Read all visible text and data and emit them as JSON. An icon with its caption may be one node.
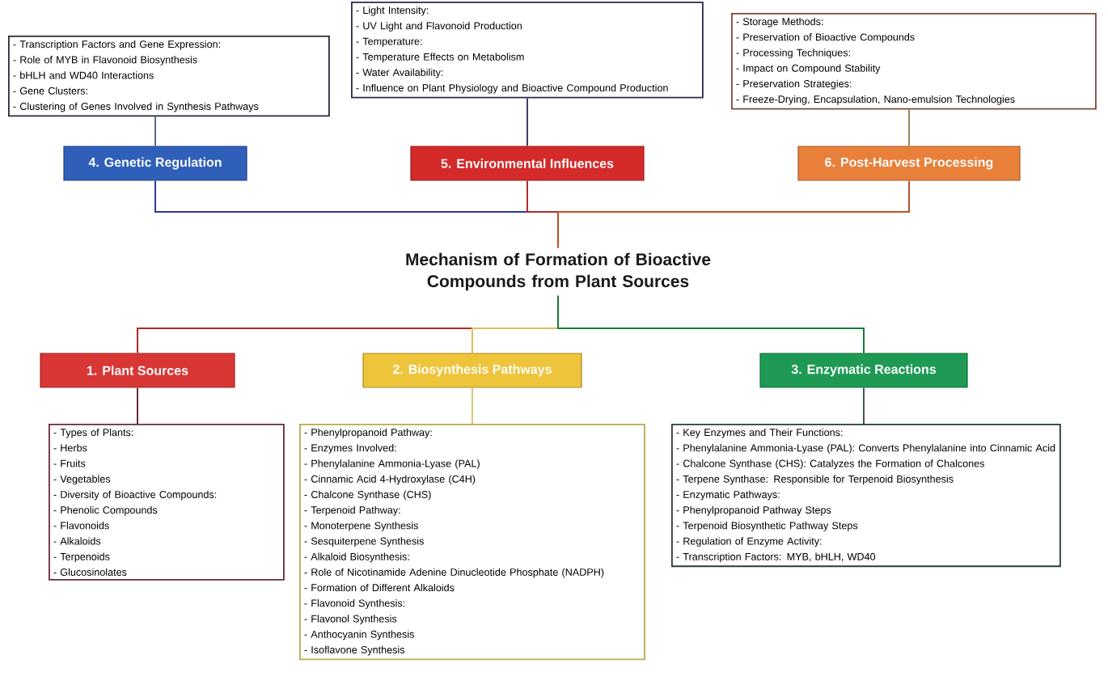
{
  "diagram": {
    "nodes": [
      {
        "text": [
          "- Transcription Factors and Gene Expression:",
          "- Role of MYB in Flavonoid Biosynthesis",
          "- bHLH and WD40 Interactions",
          "- Gene Clusters:",
          "- Clustering of Genes Involved in Synthesis Pathways"
        ]
      },
      {
        "text": [
          "- Light Intensity:",
          "- UV Light and Flavonoid Production",
          "- Temperature:",
          "- Temperature Effects on Metabolism",
          "- Water Availability:",
          "- Influence on Plant Physiology and Bioactive Compound Production"
        ]
      },
      {
        "text": [
          "- Storage Methods:",
          "- Preservation of Bioactive Compounds",
          "- Processing Techniques:",
          "- Impact on Compound Stability",
          "- Preservation Strategies:",
          "- Freeze-Drying, Encapsulation, Nano-emulsion Technologies"
        ]
      },
      {
        "text": [
          "4. Genetic Regulation"
        ]
      },
      {
        "text": [
          "5. Environmental Influences"
        ]
      },
      {
        "text": [
          "6. Post-Harvest Processing"
        ]
      },
      {
        "text": [
          "Mechanism of Formation of Bioactive Compounds from Plant Sources"
        ]
      },
      {
        "text": [
          "1. Plant Sources"
        ]
      },
      {
        "text": [
          "2. Biosynthesis Pathways"
        ]
      },
      {
        "text": [
          "3. Enzymatic Reactions"
        ]
      },
      {
        "text": [
          "- Types of Plants:",
          "- Herbs",
          "- Fruits",
          "- Vegetables",
          "- Diversity of Bioactive Compounds:",
          "- Phenolic Compounds",
          "- Flavonoids",
          "- Alkaloids",
          "- Terpenoids",
          "- Glucosinolates"
        ]
      },
      {
        "text": [
          "- Phenylpropanoid Pathway:",
          "- Enzymes Involved:",
          "- Phenylalanine Ammonia-Lyase (PAL)",
          "- Cinnamic Acid 4-Hydroxylase (C4H)",
          "- Chalcone Synthase (CHS)",
          "- Terpenoid Pathway:",
          "- Monoterpene Synthesis",
          "- Sesquiterpene Synthesis",
          "- Alkaloid Biosynthesis:",
          "- Role of Nicotinamide Adenine Dinucleotide Phosphate (NADPH)",
          "- Formation of Different Alkaloids",
          "- Flavonoid Synthesis:",
          "- Flavonol Synthesis",
          "- Anthocyanin Synthesis",
          "- Isoflavone Synthesis"
        ]
      },
      {
        "text": [
          "- Key Enzymes and Their Functions:",
          "- Phenylalanine Ammonia-Lyase (PAL): Converts Phenylalanine into Cinnamic Acid",
          "- Chalcone Synthase (CHS): Catalyzes the Formation of Chalcones",
          "- Terpene Synthase: Responsible for Terpenoid Biosynthesis",
          "- Enzymatic Pathways:",
          "- Phenylpropanoid Pathway Steps",
          "- Terpenoid Biosynthetic Pathway Steps",
          "- Regulation of Enzyme Activity:",
          "- Transcription Factors: MYB, bHLH, WD40"
        ]
      }
    ],
    "edges": [
      {
        "from": 6,
        "to": 3,
        "arrow": "none",
        "color": "#2b3a9c"
      },
      {
        "from": 6,
        "to": 4,
        "arrow": "none",
        "color": "#b02a2a"
      },
      {
        "from": 6,
        "to": 5,
        "arrow": "none",
        "color": "#c0502a"
      },
      {
        "from": 3,
        "to": 0,
        "arrow": "none",
        "color": "#5a6a8a"
      },
      {
        "from": 4,
        "to": 1,
        "arrow": "none",
        "color": "#4a3a6a"
      },
      {
        "from": 5,
        "to": 2,
        "arrow": "none",
        "color": "#a08060"
      },
      {
        "from": 6,
        "to": 7,
        "arrow": "none",
        "color": "#b02a2a"
      },
      {
        "from": 6,
        "to": 8,
        "arrow": "none",
        "color": "#d8c060"
      },
      {
        "from": 6,
        "to": 9,
        "arrow": "none",
        "color": "#1a7a3a"
      },
      {
        "from": 7,
        "to": 10,
        "arrow": "none",
        "color": "#6a2a3a"
      },
      {
        "from": 8,
        "to": 11,
        "arrow": "none",
        "color": "#d8c870"
      },
      {
        "from": 9,
        "to": 12,
        "arrow": "none",
        "color": "#3a5a4a"
      }
    ]
  }
}
